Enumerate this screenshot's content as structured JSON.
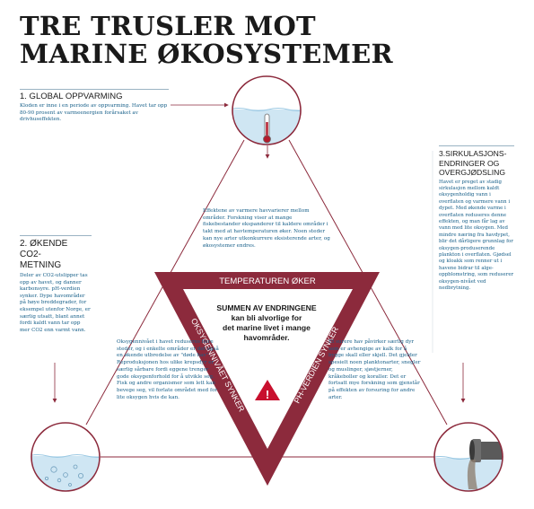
{
  "title": {
    "line1": "TRE TRUSLER MOT",
    "line2": "MARINE ØKOSYSTEMER"
  },
  "threats": {
    "global": {
      "heading": "1. GLOBAL OPPVARMING",
      "text": "Kloden er inne i en periode av oppvarming. Havet tar opp 80-90 prosent av varmeenergien forårsaket av drivhuseffekten."
    },
    "co2": {
      "heading_1": "2. ØKENDE CO2-",
      "heading_2": "METNING",
      "text": "Deler av CO2-utslipper tas opp av havet, og danner karbonsyre. pH-verdien synker. Dype havområder på høye breddegrader, for eksempel utenfor Norge, er særlig utsatt, blant annet fordi kaldt vann tar opp mer CO2 enn varmt vann."
    },
    "circulation": {
      "heading_1": "3.SIRKULASJONS-",
      "heading_2": "ENDRINGER OG",
      "heading_3": "OVERGJØDSLING",
      "text": "Havet er preget av stadig sirkulasjon mellom kaldt oksygenholdig vann i overflaten og varmere vann i dypet. Med økende varme i overflaten reduseres denne effekten, og man får lag av vann med lite oksygen. Med mindre næring fra havdypet, blir det dårligere grunnlag for oksygen-produserende plankton i overflaten. Gjødsel og kloakk som renner ut i havene bidrar til alge-oppblomstring, som reduserer oksygen-nivået ved nedbrytning."
    }
  },
  "effects": {
    "temperature": "Effektene av varmere havvarierer mellom områder. Forskning viser at mange fiskebestander ekspanderer til kaldere områder i takt med at havtemperaturen øker. Noen steder kan nye arter utkonkurrere eksisterende arter, og økosystemer endres.",
    "oxygen": "Oksygennivået i havet reduseres flere steder, og i enkelte områder er det også en økende utbredelse av \"døde hav\". Reproduksjonen hos ulike krepsdyr er særlig sårbare fordi eggene trenger gode oksygenforhold for å utvikle seg. Fisk og andre organismer som lett kan bevege seg, vil forlate området med for lite oksygen hvis de kan.",
    "ph": "Et surere hav påvirker særlig dyr som er avhengige av kalk for å bygge skall eller skjell. Det gjelder spesielt noen planktonarter, snegler og muslinger, sjøstjerner, kråkeboller og koraller. Det er fortsatt mye forskning som gjenstår på effekten av forsuring for andre arter."
  },
  "triangle": {
    "top_label": "TEMPERATUREN ØKER",
    "left_label": "OKSYGENNIVÅET SYNKER",
    "right_label": "PH-VERDIEN SYNKER",
    "center_1": "SUMMEN AV ENDRINGENE",
    "center_2": "kan bli alvorlige for",
    "center_3": "det marine livet i mange",
    "center_4": "havområder.",
    "warning_symbol": "!"
  },
  "colors": {
    "maroon": "#8c2a3c",
    "text_blue": "#155e88",
    "water_light": "#cfe6f3",
    "water_mid": "#9cc9e3",
    "warning_red": "#c8102e"
  },
  "icons": [
    "thermometer-icon",
    "bubbles-icon",
    "drain-pipe-icon",
    "warning-icon"
  ]
}
